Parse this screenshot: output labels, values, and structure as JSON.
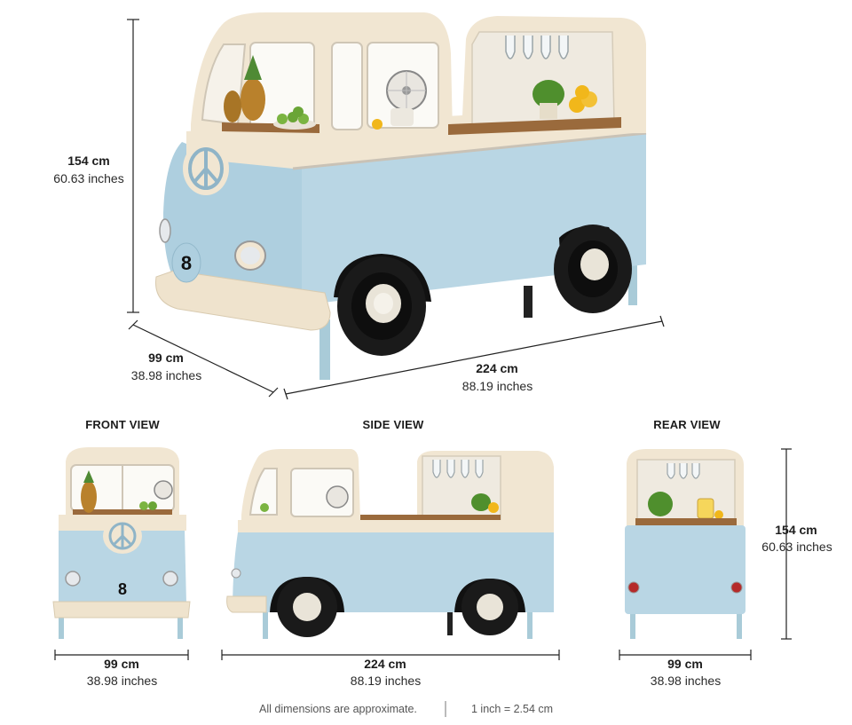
{
  "colors": {
    "body_blue": "#b9d6e4",
    "cream": "#f1e6d2",
    "wood": "#9a6a3c",
    "tire": "#111111",
    "leg": "#a9cbd8"
  },
  "main_view": {
    "height": {
      "cm": "154 cm",
      "inches": "60.63 inches"
    },
    "depth": {
      "cm": "99 cm",
      "inches": "38.98 inches"
    },
    "length": {
      "cm": "224 cm",
      "inches": "88.19 inches"
    },
    "front_number": "8"
  },
  "views": {
    "front": {
      "title": "FRONT VIEW",
      "width": {
        "cm": "99 cm",
        "inches": "38.98 inches"
      },
      "number": "8"
    },
    "side": {
      "title": "SIDE VIEW",
      "width": {
        "cm": "224 cm",
        "inches": "88.19 inches"
      }
    },
    "rear": {
      "title": "REAR VIEW",
      "width": {
        "cm": "99 cm",
        "inches": "38.98 inches"
      },
      "height": {
        "cm": "154 cm",
        "inches": "60.63 inches"
      }
    }
  },
  "footer": {
    "note": "All dimensions are approximate.",
    "conversion": "1 inch = 2.54 cm"
  },
  "icons": [
    "peace-sign-icon",
    "pineapple-icon",
    "limes-icon",
    "desk-fan-icon",
    "wine-glasses-icon",
    "plant-icon",
    "lemonade-jar-icon",
    "wheel-icon",
    "headlight-icon",
    "tail-light-icon"
  ]
}
